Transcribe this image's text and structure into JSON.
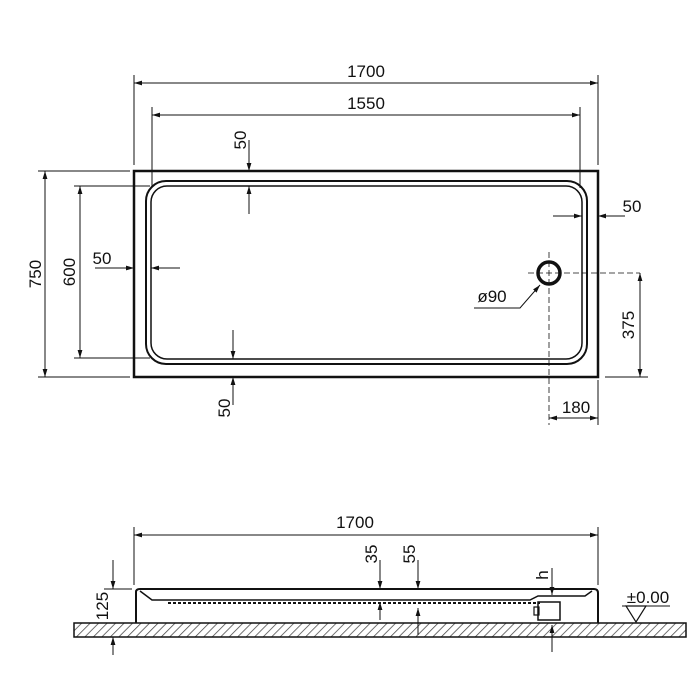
{
  "plan_view": {
    "overall_length": "1700",
    "inner_length": "1550",
    "overall_width": "750",
    "inner_width": "600",
    "rim_top": "50",
    "rim_left": "50",
    "rim_right": "50",
    "rim_bottom": "50",
    "drain_diameter": "ø90",
    "drain_offset_y": "375",
    "drain_offset_x": "180"
  },
  "side_view": {
    "overall_length": "1700",
    "height": "125",
    "depth_a": "35",
    "depth_b": "55",
    "h_label": "h",
    "floor_level": "±0.00"
  },
  "colors": {
    "line": "#111111",
    "background": "#ffffff"
  }
}
